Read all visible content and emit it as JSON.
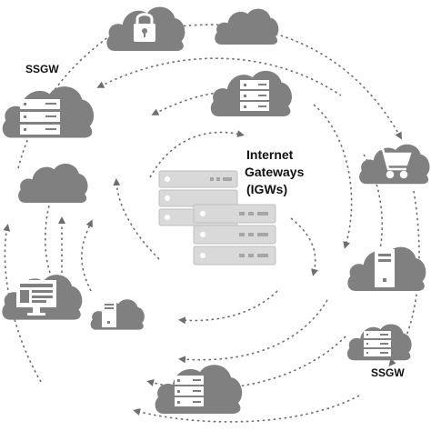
{
  "labels": {
    "ssgw_top": "SSGW",
    "ssgw_bottom": "SSGW",
    "center_line1": "Internet",
    "center_line2": "Gateways",
    "center_line3": "(IGWs)"
  },
  "colors": {
    "cloud": "#808080",
    "icon_fill": "#ffffff",
    "light_server": "#d9d9d9",
    "light_server_stroke": "#bfbfbf",
    "arrow": "#6e6e6e",
    "text": "#111111"
  },
  "icons": [
    "lock-icon",
    "cloud",
    "server-rack-icon",
    "shopping-cart-icon",
    "desktop-monitor-icon",
    "server-tower-icon"
  ]
}
